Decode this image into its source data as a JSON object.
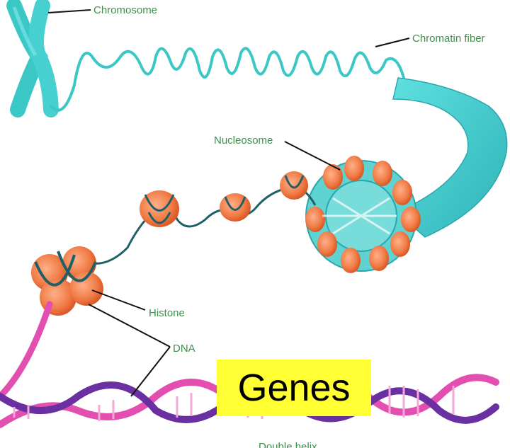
{
  "labels": {
    "chromosome": "Chromosome",
    "chromatin_fiber": "Chromatin fiber",
    "nucleosome": "Nucleosome",
    "histone": "Histone",
    "dna": "DNA",
    "double_helix": "Double helix"
  },
  "overlay": {
    "text": "Genes",
    "background": "#ffff33"
  },
  "colors": {
    "chromatin": "#3cc7c7",
    "chromatin_dark": "#1f8f96",
    "dna_strand": "#1f5f68",
    "histone": "#f07a44",
    "helix_pink": "#e24fb0",
    "helix_purple": "#6a2fa0",
    "label_green": "#3f8f4a"
  }
}
